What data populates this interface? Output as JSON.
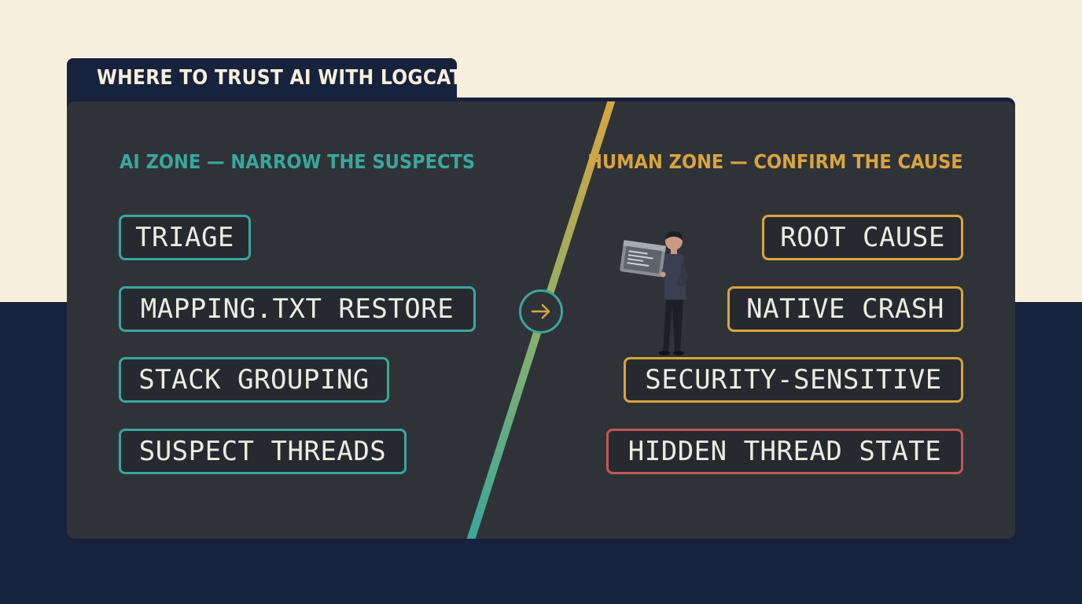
{
  "title": "WHERE TO TRUST AI WITH LOGCAT",
  "ai_zone": {
    "heading": "AI ZONE — NARROW THE SUSPECTS",
    "items": [
      "TRIAGE",
      "MAPPING.TXT RESTORE",
      "STACK GROUPING",
      "SUSPECT THREADS"
    ]
  },
  "human_zone": {
    "heading": "HUMAN ZONE — CONFIRM THE CAUSE",
    "items": [
      "ROOT CAUSE",
      "NATIVE CRASH",
      "SECURITY-SENSITIVE",
      "HIDDEN THREAD STATE"
    ]
  },
  "icons": {
    "arrow": "arrow-right-icon",
    "person": "person-holding-laptop-illustration"
  },
  "colors": {
    "background_light": "#f7efdb",
    "background_dark": "#17223d",
    "panel": "#2f3338",
    "ai_accent": "#3aa79b",
    "human_accent": "#d9a440",
    "alert_accent": "#c05a55"
  }
}
